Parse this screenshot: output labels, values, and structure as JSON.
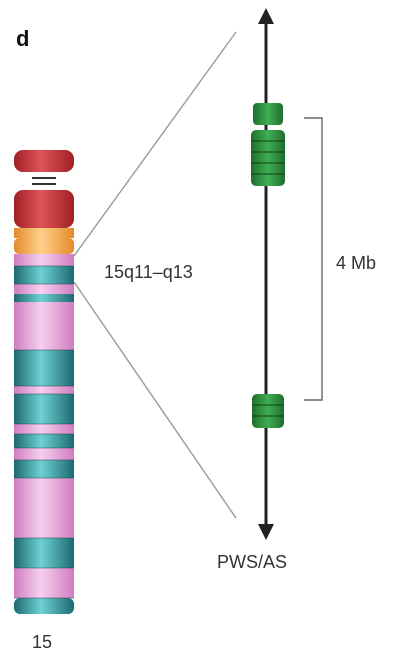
{
  "panel_label": "d",
  "region_label": "15q11–q13",
  "scale_label": "4 Mb",
  "locus_label": "PWS/AS",
  "chromosome_label": "15",
  "colors": {
    "centromere_red": "#c8363a",
    "q11_orange": "#f4a548",
    "pink_band": "#e7a8db",
    "teal_band": "#2c8c90",
    "gene_green": "#2e8b3d",
    "axis_dark": "#222222",
    "guide_grey": "#999999"
  },
  "icons": {
    "top_arrow": "arrow-up-icon",
    "bottom_arrow": "arrow-down-icon"
  }
}
